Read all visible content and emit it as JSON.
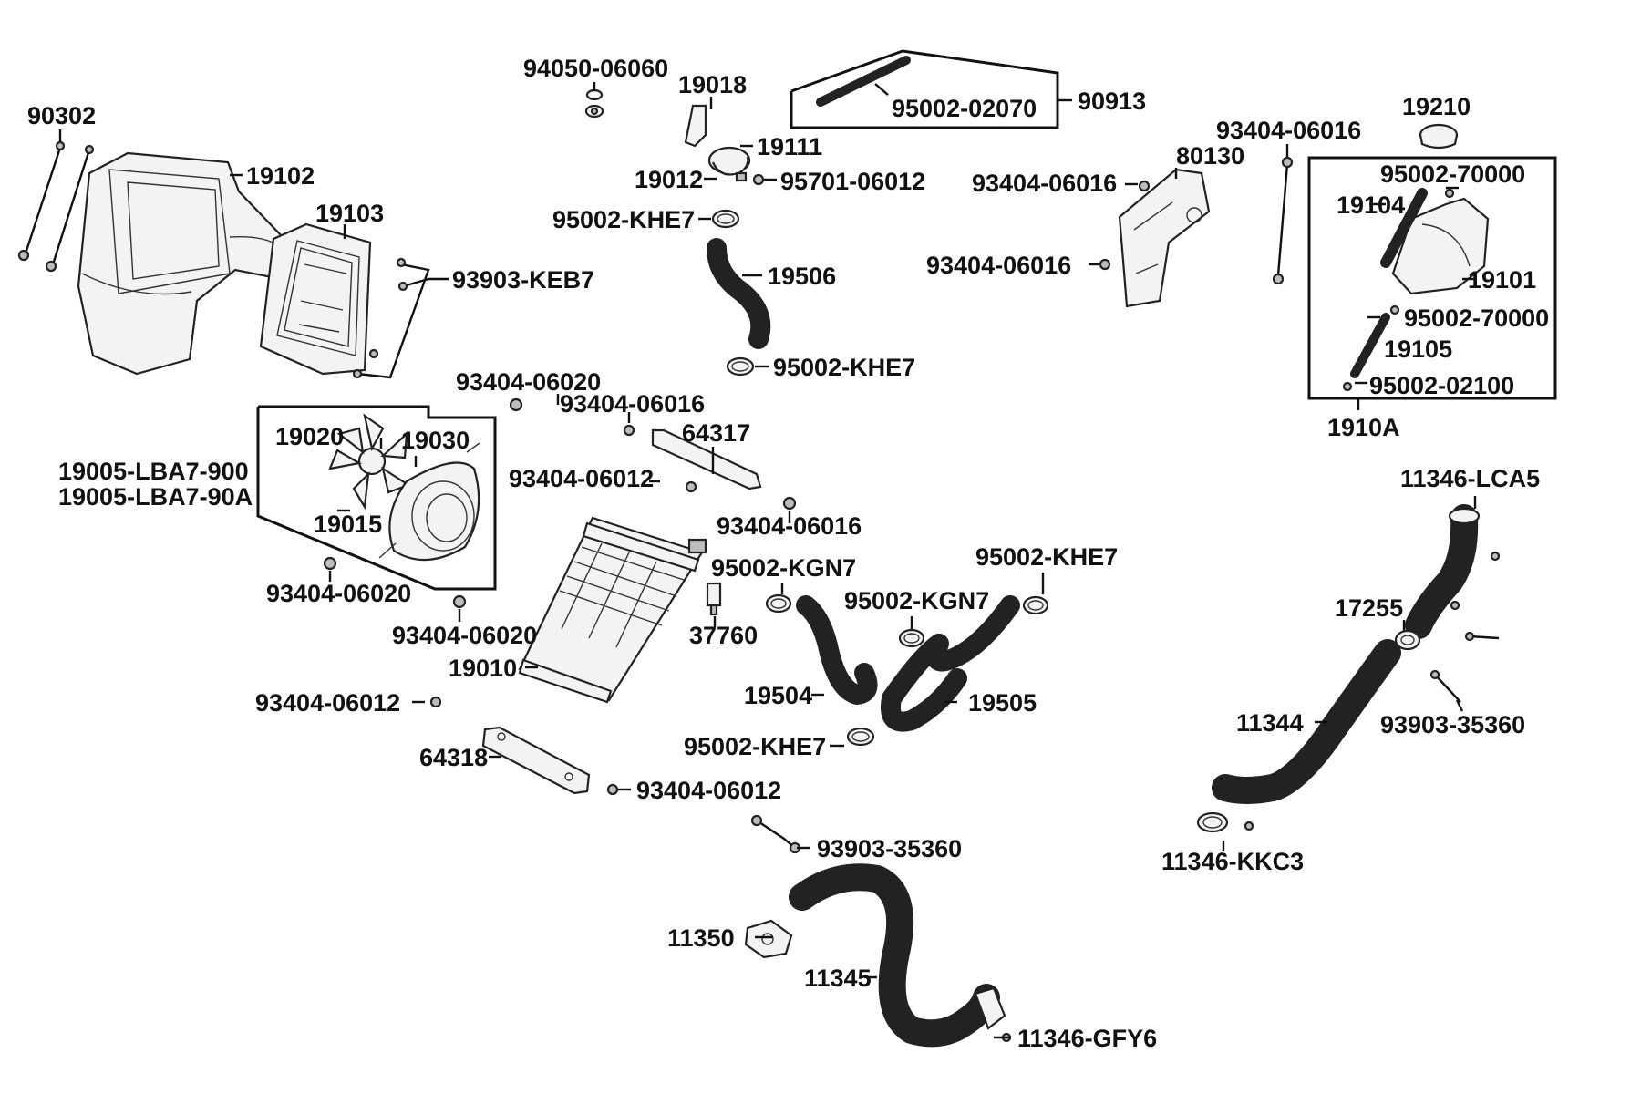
{
  "labels": {
    "l_90302": "90302",
    "l_19102": "19102",
    "l_19103": "19103",
    "l_93903_keb7": "93903-KEB7",
    "l_94050_06060": "94050-06060",
    "l_19018": "19018",
    "l_19111": "19111",
    "l_19012": "19012",
    "l_95701_06012": "95701-06012",
    "l_95002_khe7_a": "95002-KHE7",
    "l_19506": "19506",
    "l_95002_khe7_b": "95002-KHE7",
    "l_95002_02070": "95002-02070",
    "l_90913": "90913",
    "l_93404_06016_a": "93404-06016",
    "l_80130": "80130",
    "l_93404_06016_b": "93404-06016",
    "l_93404_06016_c": "93404-06016",
    "l_19210": "19210",
    "l_95002_70000_a": "95002-70000",
    "l_19104": "19104",
    "l_19101": "19101",
    "l_95002_70000_b": "95002-70000",
    "l_19105": "19105",
    "l_95002_02100": "95002-02100",
    "l_1910a": "1910A",
    "l_93404_06020_a": "93404-06020",
    "l_93404_06016_d": "93404-06016",
    "l_64317": "64317",
    "l_19020": "19020",
    "l_19030": "19030",
    "l_19005_lba7_900": "19005-LBA7-900",
    "l_19005_lba7_90a": "19005-LBA7-90A",
    "l_19015": "19015",
    "l_93404_06012_a": "93404-06012",
    "l_93404_06016_e": "93404-06016",
    "l_95002_kgn7_a": "95002-KGN7",
    "l_95002_khe7_c": "95002-KHE7",
    "l_93404_06020_b": "93404-06020",
    "l_95002_kgn7_b": "95002-KGN7",
    "l_37760": "37760",
    "l_93404_06020_c": "93404-06020",
    "l_19010": "19010",
    "l_19504": "19504",
    "l_19505": "19505",
    "l_93404_06012_b": "93404-06012",
    "l_95002_khe7_d": "95002-KHE7",
    "l_64318": "64318",
    "l_93404_06012_c": "93404-06012",
    "l_93903_35360_a": "93903-35360",
    "l_11346_lca5": "11346-LCA5",
    "l_17255": "17255",
    "l_93903_35360_b": "93903-35360",
    "l_11344": "11344",
    "l_11346_kkc3": "11346-KKC3",
    "l_11350": "11350",
    "l_11345": "11345",
    "l_11346_gfy6": "11346-GFY6"
  }
}
